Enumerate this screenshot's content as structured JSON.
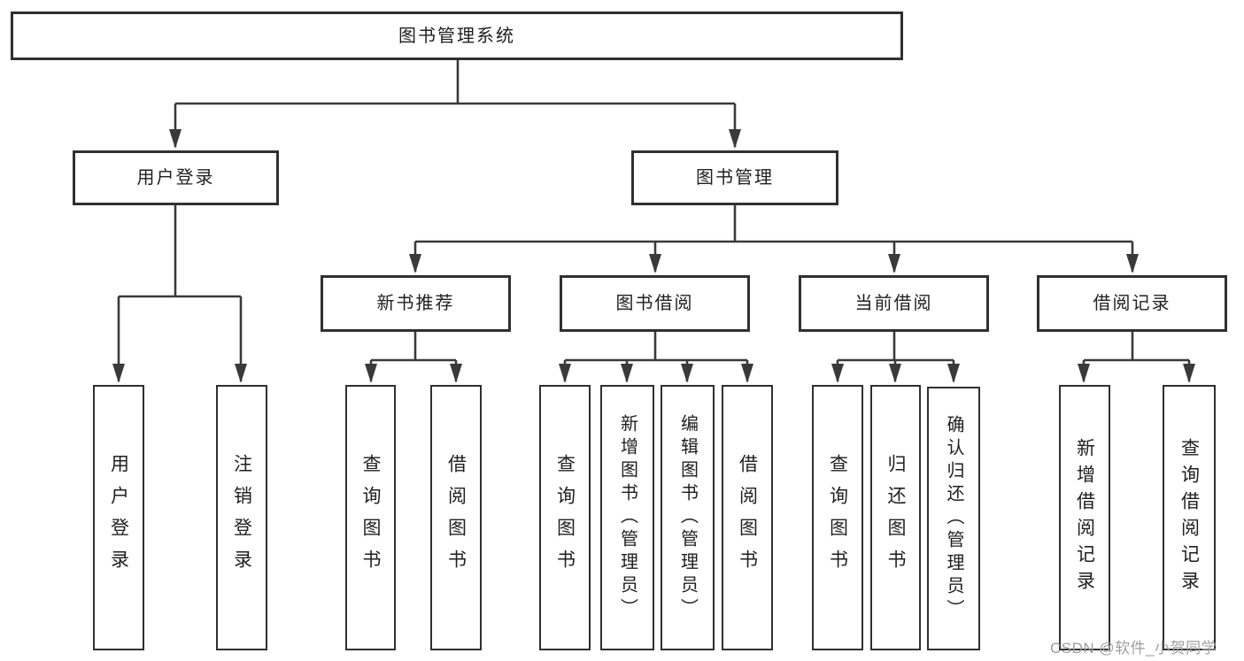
{
  "diagram": {
    "root": {
      "label": "图书管理系统"
    },
    "level2": [
      {
        "label": "用户登录"
      },
      {
        "label": "图书管理"
      }
    ],
    "level3": [
      {
        "label": "新书推荐",
        "parent": "图书管理"
      },
      {
        "label": "图书借阅",
        "parent": "图书管理"
      },
      {
        "label": "当前借阅",
        "parent": "图书管理"
      },
      {
        "label": "借阅记录",
        "parent": "图书管理"
      }
    ],
    "leaves": [
      {
        "label": "用户登录",
        "parent": "用户登录"
      },
      {
        "label": "注销登录",
        "parent": "用户登录"
      },
      {
        "label": "查询图书",
        "parent": "新书推荐"
      },
      {
        "label": "借阅图书",
        "parent": "新书推荐"
      },
      {
        "label": "查询图书",
        "parent": "图书借阅"
      },
      {
        "label": "新增图书（管理员）",
        "parent": "图书借阅"
      },
      {
        "label": "编辑图书（管理员）",
        "parent": "图书借阅"
      },
      {
        "label": "借阅图书",
        "parent": "图书借阅"
      },
      {
        "label": "查询图书",
        "parent": "当前借阅"
      },
      {
        "label": "归还图书",
        "parent": "当前借阅"
      },
      {
        "label": "确认归还（管理员）",
        "parent": "当前借阅"
      },
      {
        "label": "新增借阅记录",
        "parent": "借阅记录"
      },
      {
        "label": "查询借阅记录",
        "parent": "借阅记录"
      }
    ]
  },
  "watermark": {
    "text": "CSDN @软件_小贺同学"
  },
  "colors": {
    "line": "#3a3a3a",
    "border": "#303030",
    "text": "#1f1f1f",
    "background": "#ffffff",
    "watermark": "#9e9e9e"
  }
}
